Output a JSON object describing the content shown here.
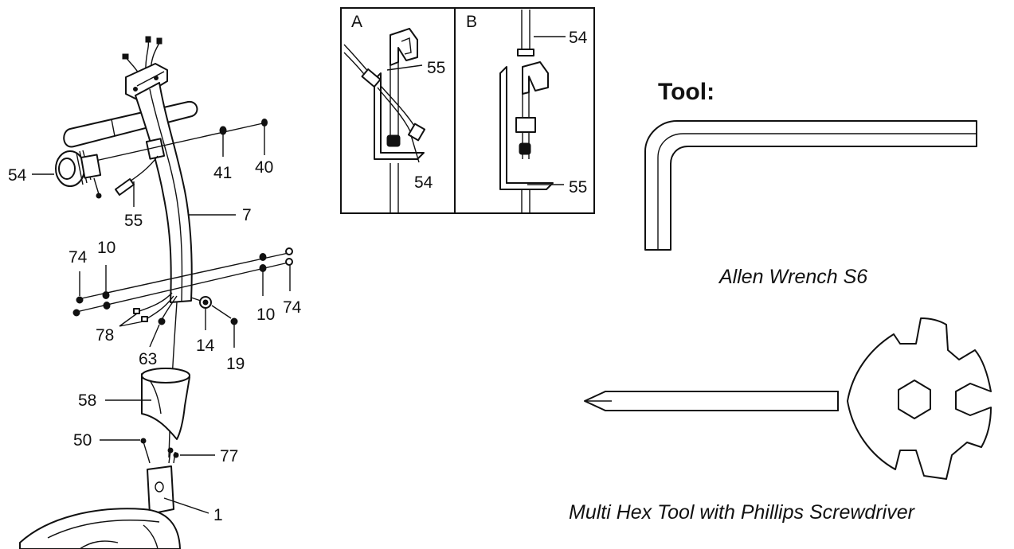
{
  "diagram": {
    "exploded_view": {
      "part_numbers": {
        "p54": "54",
        "p55": "55",
        "p41": "41",
        "p40": "40",
        "p7": "7",
        "p74_left": "74",
        "p10_left": "10",
        "p10_right": "10",
        "p74_right": "74",
        "p78": "78",
        "p63": "63",
        "p14": "14",
        "p19": "19",
        "p58": "58",
        "p50": "50",
        "p77": "77",
        "p1": "1"
      }
    },
    "inset": {
      "panel_a": {
        "label": "A",
        "callout_top": "55",
        "callout_bottom": "54"
      },
      "panel_b": {
        "label": "B",
        "callout_top": "54",
        "callout_bottom": "55"
      }
    },
    "tools": {
      "title": "Tool:",
      "allen_wrench_caption": "Allen Wrench S6",
      "multi_tool_caption": "Multi Hex Tool with Phillips Screwdriver"
    }
  }
}
